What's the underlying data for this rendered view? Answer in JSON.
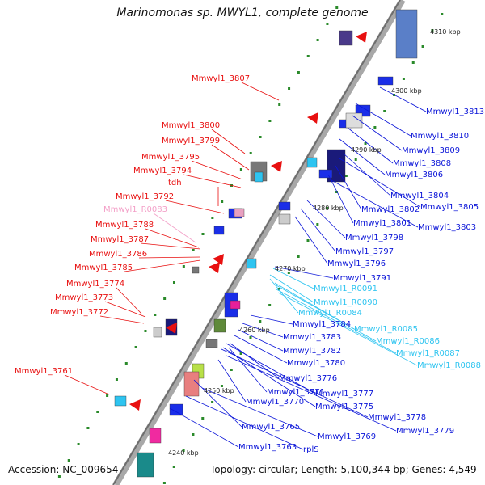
{
  "title": "Marinomonas sp. MWYL1, complete genome",
  "accession_text": "Accession: NC_009654",
  "topology_text": "Topology: circular; Length: 5,100,344 bp; Genes: 4,549",
  "colors": {
    "left_label": "#e81010",
    "right_label": "#0a14d8",
    "rna_left": "#f3a0c8",
    "rna_right": "#2ec4f0",
    "backbone": "#8a8a8a",
    "tick": "#2a8a2a"
  },
  "kbp_ticks": [
    "4310 kbp",
    "4300 kbp",
    "4290 kbp",
    "4280 kbp",
    "4270 kbp",
    "4260 kbp",
    "4250 kbp",
    "4240 kbp"
  ],
  "left_labels": [
    "Mmwyl1_3807",
    "Mmwyl1_3800",
    "Mmwyl1_3799",
    "Mmwyl1_3795",
    "Mmwyl1_3794",
    "tdh",
    "Mmwyl1_3792",
    "Mmwyl1_R0083",
    "Mmwyl1_3788",
    "Mmwyl1_3787",
    "Mmwyl1_3786",
    "Mmwyl1_3785",
    "Mmwyl1_3774",
    "Mmwyl1_3773",
    "Mmwyl1_3772",
    "Mmwyl1_3761"
  ],
  "right_labels": [
    "Mmwyl1_3813",
    "Mmwyl1_3810",
    "Mmwyl1_3809",
    "Mmwyl1_3808",
    "Mmwyl1_3806",
    "Mmwyl1_3804",
    "Mmwyl1_3805",
    "Mmwyl1_3802",
    "Mmwyl1_3801",
    "Mmwyl1_3803",
    "Mmwyl1_3798",
    "Mmwyl1_3797",
    "Mmwyl1_3796",
    "Mmwyl1_3791",
    "Mmwyl1_R0091",
    "Mmwyl1_R0090",
    "Mmwyl1_R0084",
    "Mmwyl1_3784",
    "Mmwyl1_R0085",
    "Mmwyl1_3783",
    "Mmwyl1_R0086",
    "Mmwyl1_3782",
    "Mmwyl1_R0087",
    "Mmwyl1_3780",
    "Mmwyl1_R0088",
    "Mmwyl1_3776",
    "Mmwyl1_3771",
    "Mmwyl1_3777",
    "Mmwyl1_3770",
    "Mmwyl1_3775",
    "Mmwyl1_3778",
    "Mmwyl1_3765",
    "Mmwyl1_3779",
    "Mmwyl1_3769",
    "Mmwyl1_3763",
    "rplS"
  ]
}
